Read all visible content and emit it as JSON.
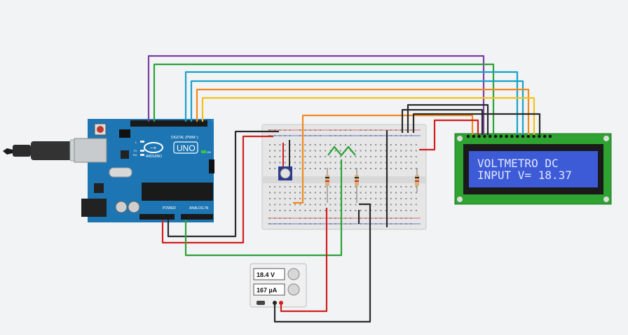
{
  "arduino": {
    "brand": "UNO",
    "maker": "ARDUINO",
    "digital_label": "DIGITAL (PWM~)",
    "power_label": "POWER",
    "analog_label": "ANALOG IN",
    "tx_label": "TX",
    "rx_label": "RX",
    "l_label": "L",
    "on_label": "ON"
  },
  "lcd": {
    "line1": "VOLTMETRO DC",
    "line2": "INPUT V= 18.37",
    "bg_color": "#3d5bd6",
    "text_color": "#dfe6ff"
  },
  "supply": {
    "voltage": "18.4 V",
    "current": "167 µA"
  },
  "wires": {
    "purple": "#7b3fa0",
    "green": "#2aa33a",
    "cyan": "#17a2c8",
    "orange": "#f08a1c",
    "yellow": "#f2c21a",
    "black": "#2a2a2a",
    "red": "#d01f1f"
  }
}
